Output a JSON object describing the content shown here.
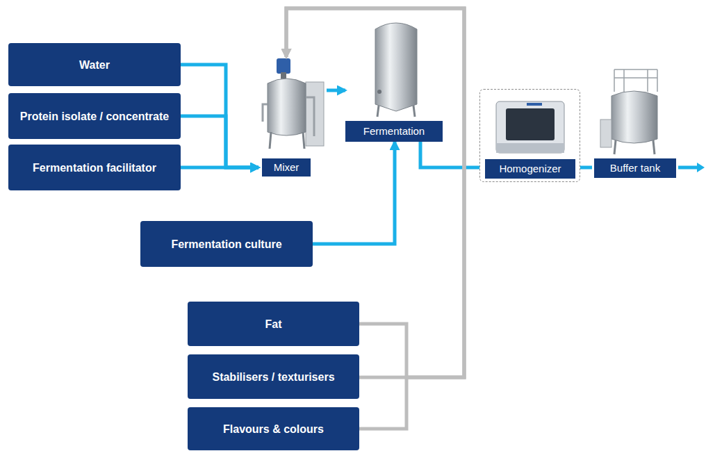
{
  "diagram": {
    "nodes": [
      {
        "text": [
          "Water"
        ]
      },
      {
        "text": [
          "Protein isolate / concentrate"
        ]
      },
      {
        "text": [
          "Fermentation facilitator"
        ]
      },
      {
        "text": [
          "Mixer"
        ]
      },
      {
        "text": [
          "Fermentation"
        ]
      },
      {
        "text": [
          "Fermentation culture"
        ]
      },
      {
        "text": [
          "Homogenizer"
        ]
      },
      {
        "text": [
          "Buffer tank"
        ]
      },
      {
        "text": [
          "Fat"
        ]
      },
      {
        "text": [
          "Stabilisers / texturisers"
        ]
      },
      {
        "text": [
          "Flavours & colours"
        ]
      }
    ],
    "edges": [
      {
        "from": 0,
        "to": 3,
        "arrow": "to"
      },
      {
        "from": 1,
        "to": 3,
        "arrow": "to"
      },
      {
        "from": 2,
        "to": 3,
        "arrow": "to"
      },
      {
        "from": 3,
        "to": 4,
        "arrow": "to"
      },
      {
        "from": 5,
        "to": 4,
        "arrow": "to"
      },
      {
        "from": 4,
        "to": 6,
        "arrow": "none"
      },
      {
        "from": 6,
        "to": 7,
        "arrow": "none"
      },
      {
        "from": 8,
        "to": 3,
        "arrow": "to"
      },
      {
        "from": 9,
        "to": 3,
        "arrow": "to"
      },
      {
        "from": 10,
        "to": 3,
        "arrow": "to"
      }
    ]
  }
}
